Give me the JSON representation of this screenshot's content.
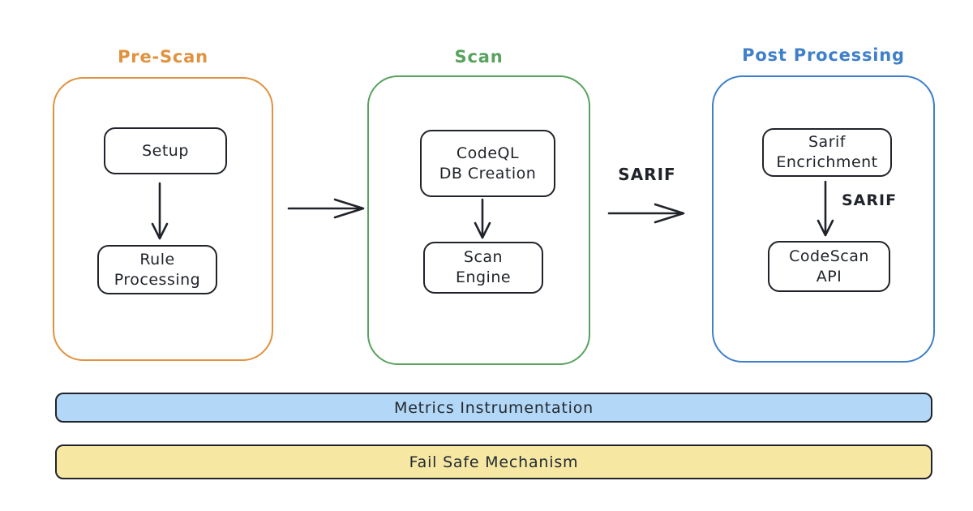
{
  "diagram": {
    "background_color": "#ffffff",
    "ink_color": "#20242a",
    "groups": [
      {
        "title": "Pre-Scan",
        "color": "#e0923f",
        "nodes": [
          {
            "lines": [
              "Setup"
            ]
          },
          {
            "lines": [
              "Rule",
              "Processing"
            ]
          }
        ]
      },
      {
        "title": "Scan",
        "color": "#59a25e",
        "nodes": [
          {
            "lines": [
              "CodeQL",
              "DB Creation"
            ]
          },
          {
            "lines": [
              "Scan",
              "Engine"
            ]
          }
        ]
      },
      {
        "title": "Post Processing",
        "color": "#4080c9",
        "nodes": [
          {
            "lines": [
              "Sarif",
              "Encrichment"
            ]
          },
          {
            "lines": [
              "CodeScan",
              "API"
            ]
          }
        ]
      }
    ],
    "connectors": [
      {
        "from": "Setup",
        "to": "Rule Processing",
        "label": ""
      },
      {
        "from": "Pre-Scan",
        "to": "Scan",
        "label": ""
      },
      {
        "from": "CodeQL DB Creation",
        "to": "Scan Engine",
        "label": ""
      },
      {
        "from": "Scan",
        "to": "Post Processing",
        "label": "SARIF"
      },
      {
        "from": "Sarif Encrichment",
        "to": "CodeScan API",
        "label": "SARIF"
      }
    ],
    "bars": [
      {
        "label": "Metrics Instrumentation",
        "fill": "#b3d7f7"
      },
      {
        "label": "Fail Safe Mechanism",
        "fill": "#f6e8a3"
      }
    ]
  }
}
